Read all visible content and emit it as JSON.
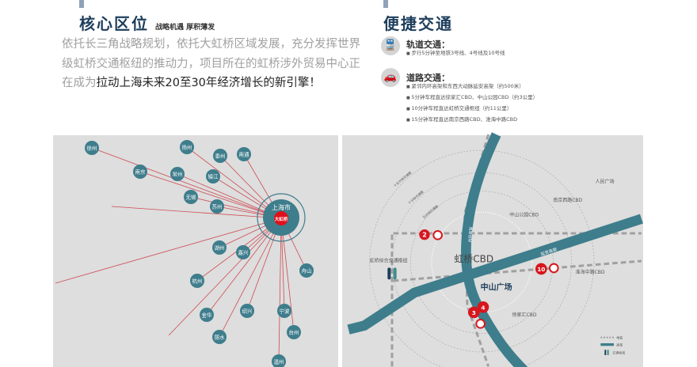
{
  "left": {
    "title": "核心区位",
    "subtitle": "战略机遇 厚积薄发",
    "para_gray": "依托长三角战略规划，依托大虹桥区域发展，充分发挥世界级虹桥交通枢纽的推动力，项目所在的虹桥涉外贸易中心正在成为",
    "para_bold": "拉动上海未来20至30年经济增长的新引擎！"
  },
  "right": {
    "title": "便捷交通",
    "rail": {
      "icon": "train-icon",
      "title": "轨道交通：",
      "items": [
        "步行5分钟至地铁3号线、4号线及10号线"
      ]
    },
    "road": {
      "icon": "car-icon",
      "title": "道路交通：",
      "items": [
        "紧邻内环高架和东西大动脉延安高架（约500米）",
        "5分钟车程直达徐家汇CBD、中山公园CBD（约3公里）",
        "10分钟车程直达虹桥交通枢纽（约11公里）",
        "15分钟车程直达南京西路CBD、淮海中路CBD"
      ]
    }
  },
  "region_map": {
    "center_label": "上海市",
    "project_label": "大虹桥",
    "cities": [
      "徐州",
      "扬州",
      "泰州",
      "南通",
      "南京",
      "常州",
      "镇江",
      "无锡",
      "苏州",
      "湖州",
      "嘉兴",
      "舟山",
      "杭州",
      "金华",
      "绍兴",
      "宁波",
      "丽水",
      "台州",
      "温州"
    ]
  },
  "local_map": {
    "cbd": "虹桥CBD",
    "project": "中山广场",
    "hub": "虹桥综合交通枢纽",
    "places": [
      "人民广场",
      "南京西路CBD",
      "中山公园CBD",
      "淮海中路CBD",
      "徐家汇CBD"
    ],
    "roads": [
      "内环高架",
      "延安高架"
    ],
    "rings": [
      "十五分钟交通圈",
      "十分钟交通圈",
      "五分钟交通圈"
    ],
    "metro": [
      "2",
      "10",
      "3",
      "4"
    ],
    "legend": [
      "地铁",
      "高架",
      "交通枢纽"
    ]
  },
  "colors": {
    "teal": "#3e7d8c",
    "red": "#d7161e",
    "navy": "#1d3e5c"
  }
}
